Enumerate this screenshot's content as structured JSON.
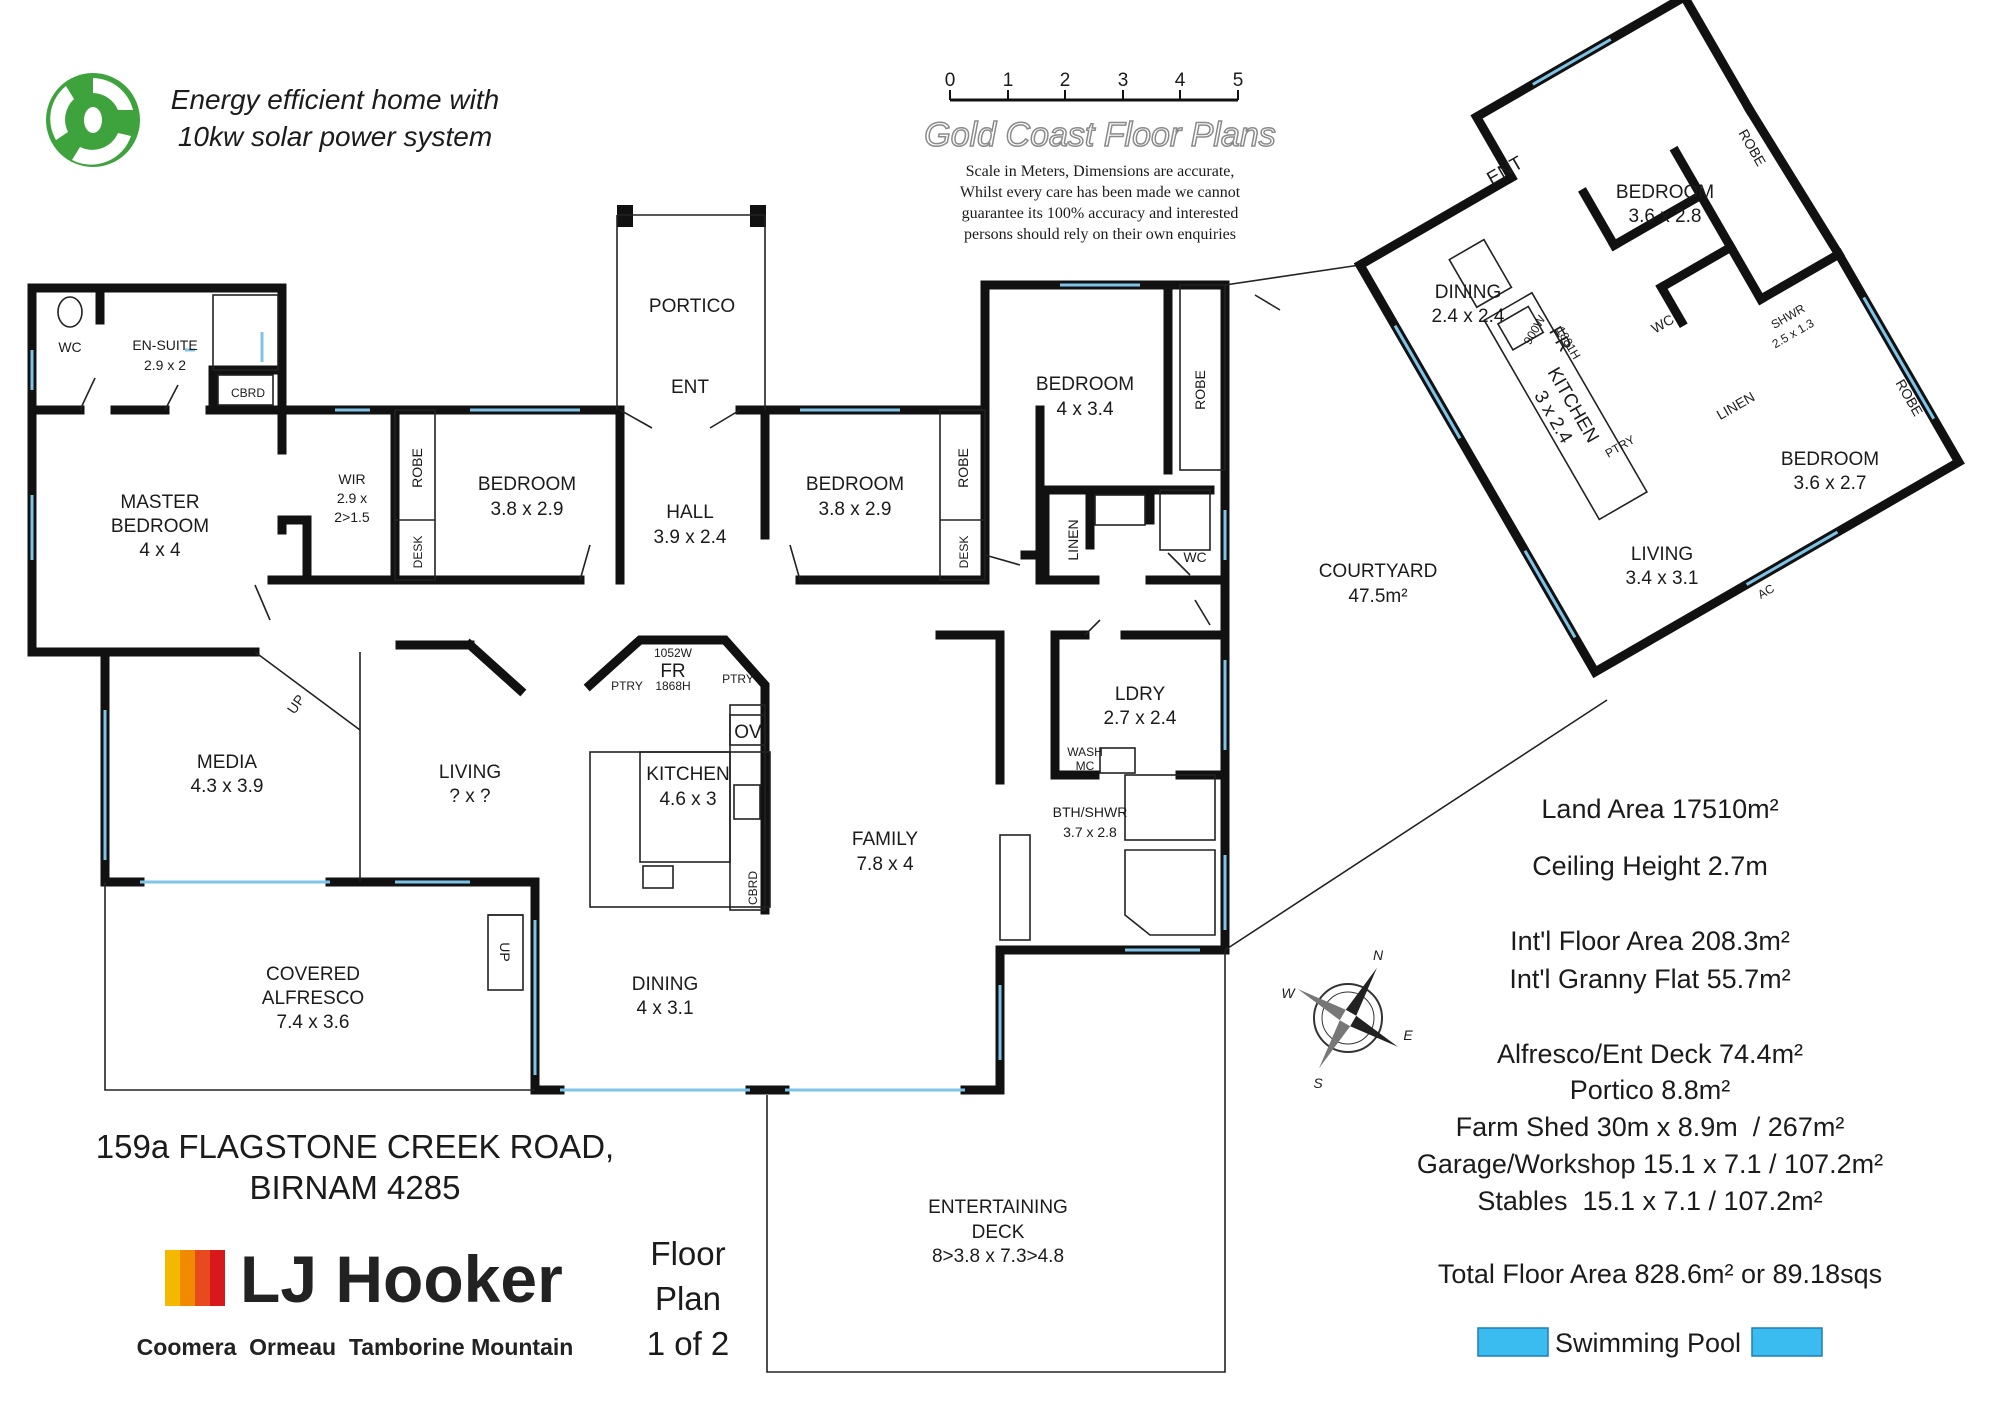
{
  "header": {
    "energy_line1": "Energy efficient home with",
    "energy_line2": "10kw solar power system",
    "brand": "Gold Coast Floor Plans",
    "scale_ticks": [
      "0",
      "1",
      "2",
      "3",
      "4",
      "5"
    ],
    "disclaimer": [
      "Scale in Meters, Dimensions are accurate,",
      "Whilst every care has been made we cannot",
      "guarantee its 100% accuracy and interested",
      "persons should rely on their own enquiries"
    ]
  },
  "rooms": {
    "wc": "WC",
    "ensuite": "EN-SUITE",
    "ensuite_dim": "2.9 x 2",
    "cbrd": "CBRD",
    "master1": "MASTER",
    "master2": "BEDROOM",
    "master_dim": "4 x 4",
    "wir": "WIR",
    "wir_dim1": "2.9 x",
    "wir_dim2": "2>1.5",
    "robe": "ROBE",
    "desk": "DESK",
    "bed_label": "BEDROOM",
    "bed1_dim": "3.8 x 2.9",
    "portico": "PORTICO",
    "ent": "ENT",
    "hall": "HALL",
    "hall_dim": "3.9 x 2.4",
    "bed2_dim": "3.8 x 2.9",
    "bed3_dim": "4 x 3.4",
    "linen": "LINEN",
    "media": "MEDIA",
    "media_dim": "4.3 x 3.9",
    "up": "UP",
    "living": "LIVING",
    "living_dim": "? x ?",
    "fr_size1": "1052W",
    "fr": "FR",
    "fr_size2": "1868H",
    "ptry": "PTRY",
    "ov": "OV",
    "kitchen": "KITCHEN",
    "kitchen_dim": "4.6 x 3",
    "family": "FAMILY",
    "family_dim": "7.8 x 4",
    "ldry": "LDRY",
    "ldry_dim": "2.7 x 2.4",
    "wash": "WASH",
    "mc": "MC",
    "bth": "BTH/SHWR",
    "bth_dim": "3.7 x 2.8",
    "alfresco1": "COVERED",
    "alfresco2": "ALFRESCO",
    "alfresco_dim": "7.4 x 3.6",
    "dining": "DINING",
    "dining_dim": "4 x 3.1",
    "deck1": "ENTERTAINING",
    "deck2": "DECK",
    "deck_dim": "8>3.8 x 7.3>4.8",
    "courtyard": "COURTYARD",
    "courtyard_area": "47.5m²"
  },
  "granny": {
    "ent": "ENT",
    "bed_a": "BEDROOM",
    "bed_a_dim": "3.6 x 2.8",
    "robe": "ROBE",
    "dining": "DINING",
    "dining_dim": "2.4 x 2.4",
    "fr_top": "900W",
    "fr": "FR",
    "fr_bot": "1881H",
    "kitchen": "KITCHEN",
    "kitchen_dim": "3 x 2.4",
    "ptry": "PTRY",
    "wc": "WC",
    "shwr": "SHWR",
    "shwr_dim": "2.5 x 1.3",
    "linen": "LINEN",
    "bed_b": "BEDROOM",
    "bed_b_dim": "3.6 x 2.7",
    "living": "LIVING",
    "living_dim": "3.4 x 3.1",
    "ac": "AC"
  },
  "address": {
    "line1": "159a FLAGSTONE CREEK ROAD,",
    "line2": "BIRNAM 4285"
  },
  "agency": {
    "name": "LJ Hooker",
    "offices": "Coomera  Ormeau  Tamborine Mountain",
    "colors": [
      "#f5b800",
      "#f08a00",
      "#e8491f",
      "#d7191c"
    ]
  },
  "plan_label": [
    "Floor",
    "Plan",
    "1 of 2"
  ],
  "compass": {
    "n": "N",
    "e": "E",
    "s": "S",
    "w": "W"
  },
  "stats": [
    "Land Area 17510m²",
    "Ceiling Height 2.7m",
    "Int'l Floor Area 208.3m²",
    "Int'l Granny Flat 55.7m²",
    "Alfresco/Ent Deck 74.4m²",
    "Portico 8.8m²",
    "Farm Shed 30m x 8.9m  / 267m²",
    "Garage/Workshop 15.1 x 7.1 / 107.2m²",
    "Stables  15.1 x 7.1 / 107.2m²"
  ],
  "total": "Total Floor Area 828.6m² or 89.18sqs",
  "legend": {
    "pool": "Swimming Pool",
    "pool_color": "#3bbcf0"
  },
  "colors": {
    "accent_red": "#d32020",
    "wall": "#111111",
    "window": "#7fc4e8"
  }
}
